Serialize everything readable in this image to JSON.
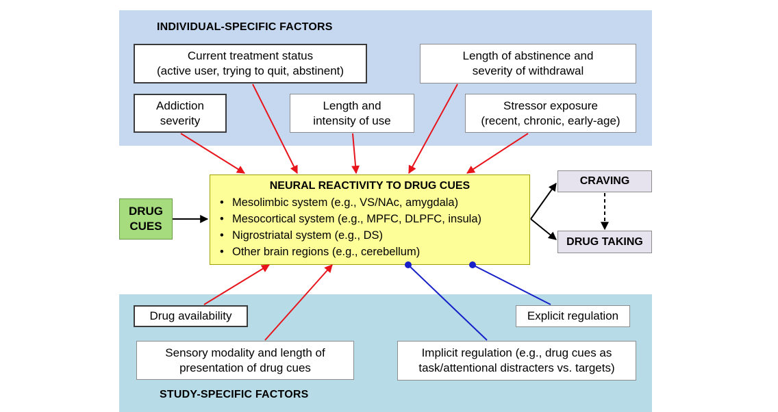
{
  "panels": {
    "individual_title": "INDIVIDUAL-SPECIFIC FACTORS",
    "study_title": "STUDY-SPECIFIC FACTORS"
  },
  "individual_factors": {
    "treatment_status": [
      "Current treatment status",
      "(active user, trying to quit, abstinent)"
    ],
    "abstinence": [
      "Length of abstinence and",
      "severity of withdrawal"
    ],
    "addiction_severity": [
      "Addiction",
      "severity"
    ],
    "length_intensity": [
      "Length and",
      "intensity of use"
    ],
    "stressor": [
      "Stressor exposure",
      "(recent, chronic, early-age)"
    ]
  },
  "center": {
    "title": "NEURAL REACTIVITY TO DRUG CUES",
    "items": [
      "Mesolimbic system (e.g., VS/NAc, amygdala)",
      "Mesocortical system (e.g., MPFC, DLPFC, insula)",
      "Nigrostriatal system (e.g., DS)",
      "Other brain regions (e.g., cerebellum)"
    ]
  },
  "drug_cues": [
    "DRUG",
    "CUES"
  ],
  "outcomes": {
    "craving": "CRAVING",
    "drug_taking": "DRUG TAKING"
  },
  "study_factors": {
    "availability": "Drug availability",
    "explicit": "Explicit regulation",
    "sensory": [
      "Sensory modality and length of",
      "presentation of drug cues"
    ],
    "implicit": [
      "Implicit regulation (e.g., drug cues as",
      "task/attentional distracters vs. targets)"
    ]
  },
  "colors": {
    "top_panel": "#c6d8ef",
    "bottom_panel": "#b7dce8",
    "center_fill": "#fefe99",
    "cues_fill": "#a6dc7e",
    "outcome_fill": "#e6e2ee",
    "increase_arrow": "#e8141b",
    "regulation_line": "#1820c8"
  }
}
